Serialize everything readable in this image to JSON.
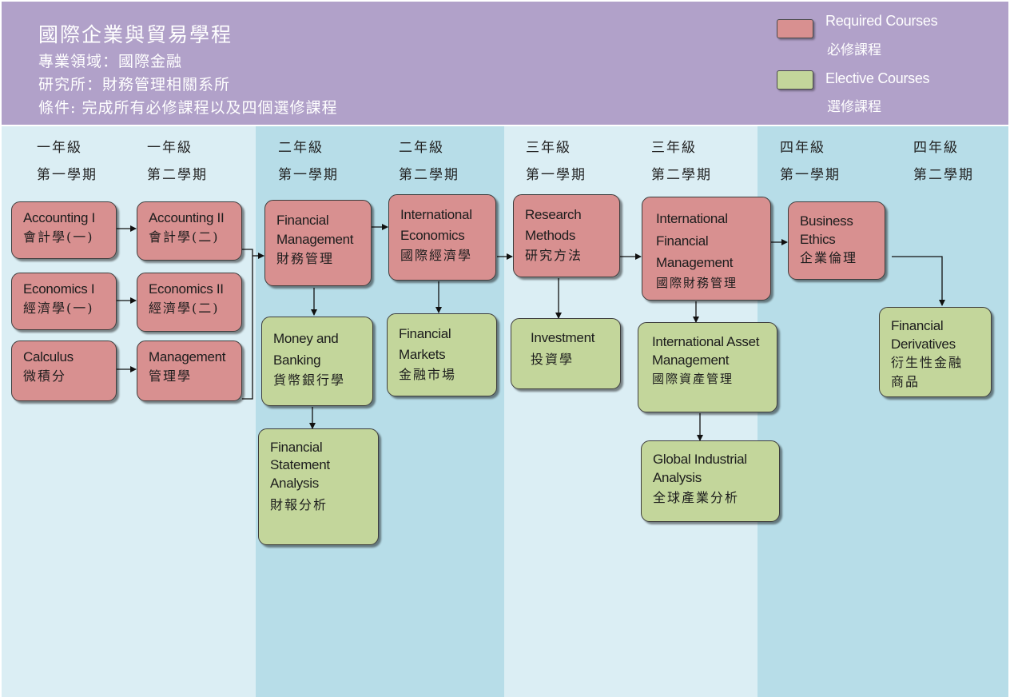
{
  "header": {
    "title": "國際企業與貿易學程",
    "line1": "專業領域：國際金融",
    "line2": "研究所：財務管理相關系所",
    "line3": "條件: 完成所有必修課程以及四個選修課程"
  },
  "legend": {
    "required_en": "Required Courses",
    "required_zh": "必修課程",
    "elective_en": "Elective Courses",
    "elective_zh": "選修課程"
  },
  "colors": {
    "required": "#d89090",
    "elective": "#c3d69b",
    "header": "#b1a1c9",
    "column_light": "#dbeef4",
    "column_dark": "#b7dde8"
  },
  "terms": [
    {
      "year": "一年級",
      "sem": "第一學期"
    },
    {
      "year": "一年級",
      "sem": "第二學期"
    },
    {
      "year": "二年級",
      "sem": "第一學期"
    },
    {
      "year": "二年級",
      "sem": "第二學期"
    },
    {
      "year": "三年級",
      "sem": "第一學期"
    },
    {
      "year": "三年級",
      "sem": "第二學期"
    },
    {
      "year": "四年級",
      "sem": "第一學期"
    },
    {
      "year": "四年級",
      "sem": "第二學期"
    }
  ],
  "courses": {
    "accounting1": {
      "en": "Accounting I",
      "zh": "會計學(一)",
      "type": "required"
    },
    "economics1": {
      "en": "Economics I",
      "zh": "經濟學(一)",
      "type": "required"
    },
    "calculus": {
      "en": "Calculus",
      "zh": "微積分",
      "type": "required"
    },
    "accounting2": {
      "en": "Accounting II",
      "zh": "會計學(二)",
      "type": "required"
    },
    "economics2": {
      "en": "Economics II",
      "zh": "經濟學(二)",
      "type": "required"
    },
    "management": {
      "en": "Management",
      "zh": "管理學",
      "type": "required"
    },
    "financial_management": {
      "en1": "Financial",
      "en2": "Management",
      "zh": "財務管理",
      "type": "required"
    },
    "money_banking": {
      "en1": "Money and",
      "en2": "Banking",
      "zh": "貨幣銀行學",
      "type": "elective"
    },
    "fsa": {
      "en1": "Financial",
      "en2": "Statement",
      "en3": "Analysis",
      "zh": "財報分析",
      "type": "elective"
    },
    "intl_economics": {
      "en1": "International",
      "en2": "Economics",
      "zh": "國際經濟學",
      "type": "required"
    },
    "financial_markets": {
      "en1": "Financial",
      "en2": "Markets",
      "zh": "金融市場",
      "type": "elective"
    },
    "research_methods": {
      "en1": "Research",
      "en2": "Methods",
      "zh": "研究方法",
      "type": "required"
    },
    "investment": {
      "en": "Investment",
      "zh": "投資學",
      "type": "elective"
    },
    "ifm": {
      "en1": "International",
      "en2": "Financial",
      "en3": "Management",
      "zh": "國際財務管理",
      "type": "required"
    },
    "iam": {
      "en1": "International Asset",
      "en2": "Management",
      "zh": "國際資產管理",
      "type": "elective"
    },
    "gia": {
      "en1": "Global Industrial",
      "en2": "Analysis",
      "zh": "全球產業分析",
      "type": "elective"
    },
    "business_ethics": {
      "en1": "Business",
      "en2": "Ethics",
      "zh": "企業倫理",
      "type": "required"
    },
    "derivatives": {
      "en1": "Financial",
      "en2": "Derivatives",
      "zh1": "衍生性金融",
      "zh2": "商品",
      "type": "elective"
    }
  }
}
